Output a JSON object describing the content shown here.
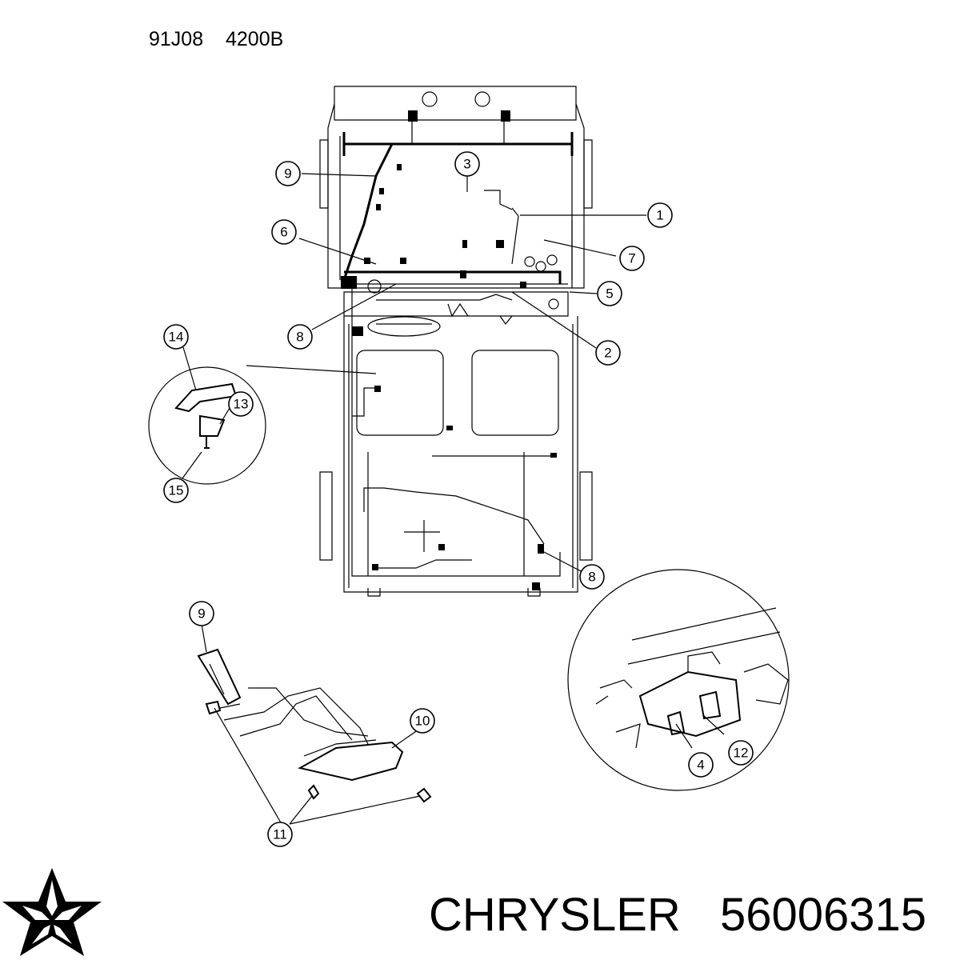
{
  "header": {
    "drawing_code": "91J08",
    "figure_code": "4200B"
  },
  "footer": {
    "brand": "CHRYSLER",
    "part_number": "56006315",
    "logo_icon": "pentastar-logo-icon"
  },
  "callouts": {
    "c1": "1",
    "c2": "2",
    "c3": "3",
    "c4": "4",
    "c5": "5",
    "c6": "6",
    "c7": "7",
    "c8a": "8",
    "c8b": "8",
    "c9a": "9",
    "c9b": "9",
    "c10": "10",
    "c11": "11",
    "c12": "12",
    "c13": "13",
    "c14": "14",
    "c15": "15"
  }
}
